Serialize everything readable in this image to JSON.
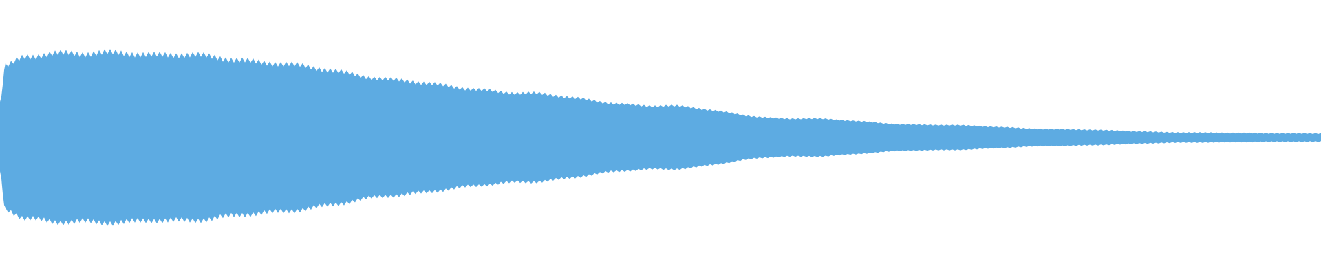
{
  "waveform": {
    "color": "#5dabe2",
    "background": "#ffffff",
    "envelope_profile": [
      {
        "t": 0.0,
        "level": 0.4
      },
      {
        "t": 0.004,
        "level": 0.82
      },
      {
        "t": 0.02,
        "level": 0.92
      },
      {
        "t": 0.06,
        "level": 0.97
      },
      {
        "t": 0.09,
        "level": 1.0
      },
      {
        "t": 0.12,
        "level": 0.95
      },
      {
        "t": 0.2,
        "level": 0.88
      },
      {
        "t": 0.3,
        "level": 0.66
      },
      {
        "t": 0.4,
        "level": 0.5
      },
      {
        "t": 0.5,
        "level": 0.36
      },
      {
        "t": 0.6,
        "level": 0.22
      },
      {
        "t": 0.7,
        "level": 0.15
      },
      {
        "t": 0.8,
        "level": 0.1
      },
      {
        "t": 0.9,
        "level": 0.06
      },
      {
        "t": 1.0,
        "level": 0.05
      }
    ]
  }
}
